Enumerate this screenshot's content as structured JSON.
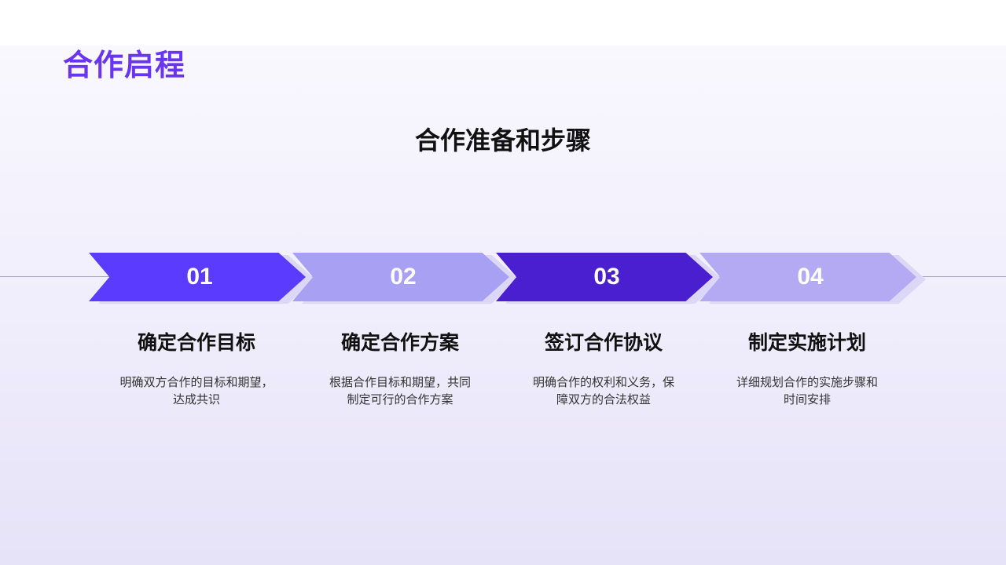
{
  "page_title": "合作启程",
  "section_title": "合作准备和步骤",
  "steps": [
    {
      "number": "01",
      "heading": "确定合作目标",
      "desc_line1": "明确双方合作的目标和期望，",
      "desc_line2": "达成共识",
      "color": "#5b3cff"
    },
    {
      "number": "02",
      "heading": "确定合作方案",
      "desc_line1": "根据合作目标和期望，共同",
      "desc_line2": "制定可行的合作方案",
      "color": "#a8a0f2"
    },
    {
      "number": "03",
      "heading": "签订合作协议",
      "desc_line1": "明确合作的权利和义务，保",
      "desc_line2": "障双方的合法权益",
      "color": "#4a1fd0"
    },
    {
      "number": "04",
      "heading": "制定实施计划",
      "desc_line1": "详细规划合作的实施步骤和",
      "desc_line2": "时间安排",
      "color": "#b3aaf3"
    }
  ]
}
